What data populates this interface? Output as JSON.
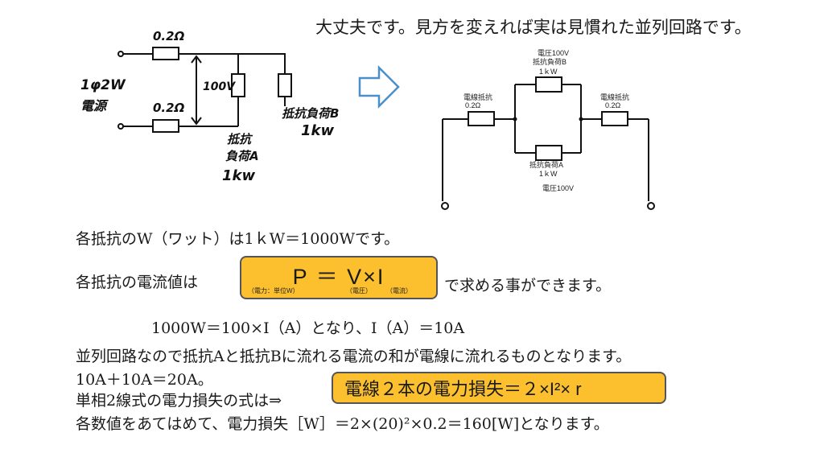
{
  "heading": "大丈夫です。見方を変えれば実は見慣れた並列回路です。",
  "left_diagram": {
    "top_wire_label": "0.2Ω",
    "bottom_wire_label": "0.2Ω",
    "voltage_label": "100V",
    "source_label_1": "1φ2W",
    "source_label_2": "電源",
    "load_a_1": "抵抗",
    "load_a_2": "負荷A",
    "load_a_3": "1kw",
    "load_b_1": "抵抗負荷B",
    "load_b_2": "1kw"
  },
  "right_diagram": {
    "top_voltage": "電圧100V",
    "load_b_name": "抵抗負荷B",
    "load_b_power": "1ｋW",
    "left_wire_name": "電線抵抗",
    "left_wire_value": "0.2Ω",
    "right_wire_name": "電線抵抗",
    "right_wire_value": "0.2Ω",
    "load_a_name": "抵抗負荷A",
    "load_a_power": "1ｋW",
    "bottom_voltage": "電圧100V"
  },
  "lines": {
    "watt": "各抵抗のW（ワット）は1ｋW＝1000Wです。",
    "current_prefix": "各抵抗の電流値は",
    "current_suffix": "で求める事ができます。",
    "calc": "1000W＝100×I（A）となり、I（A）＝10A",
    "parallel": "並列回路なので抵抗Aと抵抗Bに流れる電流の和が電線に流れるものとなります。",
    "sum": "10A＋10A＝20A。",
    "loss_prefix": "単相2線式の電力損失の式は⇒",
    "result": "各数値をあてはめて、電力損失［W］＝2×(20)²×0.2＝160[W]となります。"
  },
  "formula": {
    "main": "P ＝ V×I",
    "sub_power": "（電力：単位W）",
    "sub_voltage": "（電圧）",
    "sub_current": "（電流）"
  },
  "loss_formula": "電線２本の電力損失＝２×I²× r",
  "colors": {
    "highlight": "#fcc02f",
    "arrow": "#4a8fc9"
  }
}
